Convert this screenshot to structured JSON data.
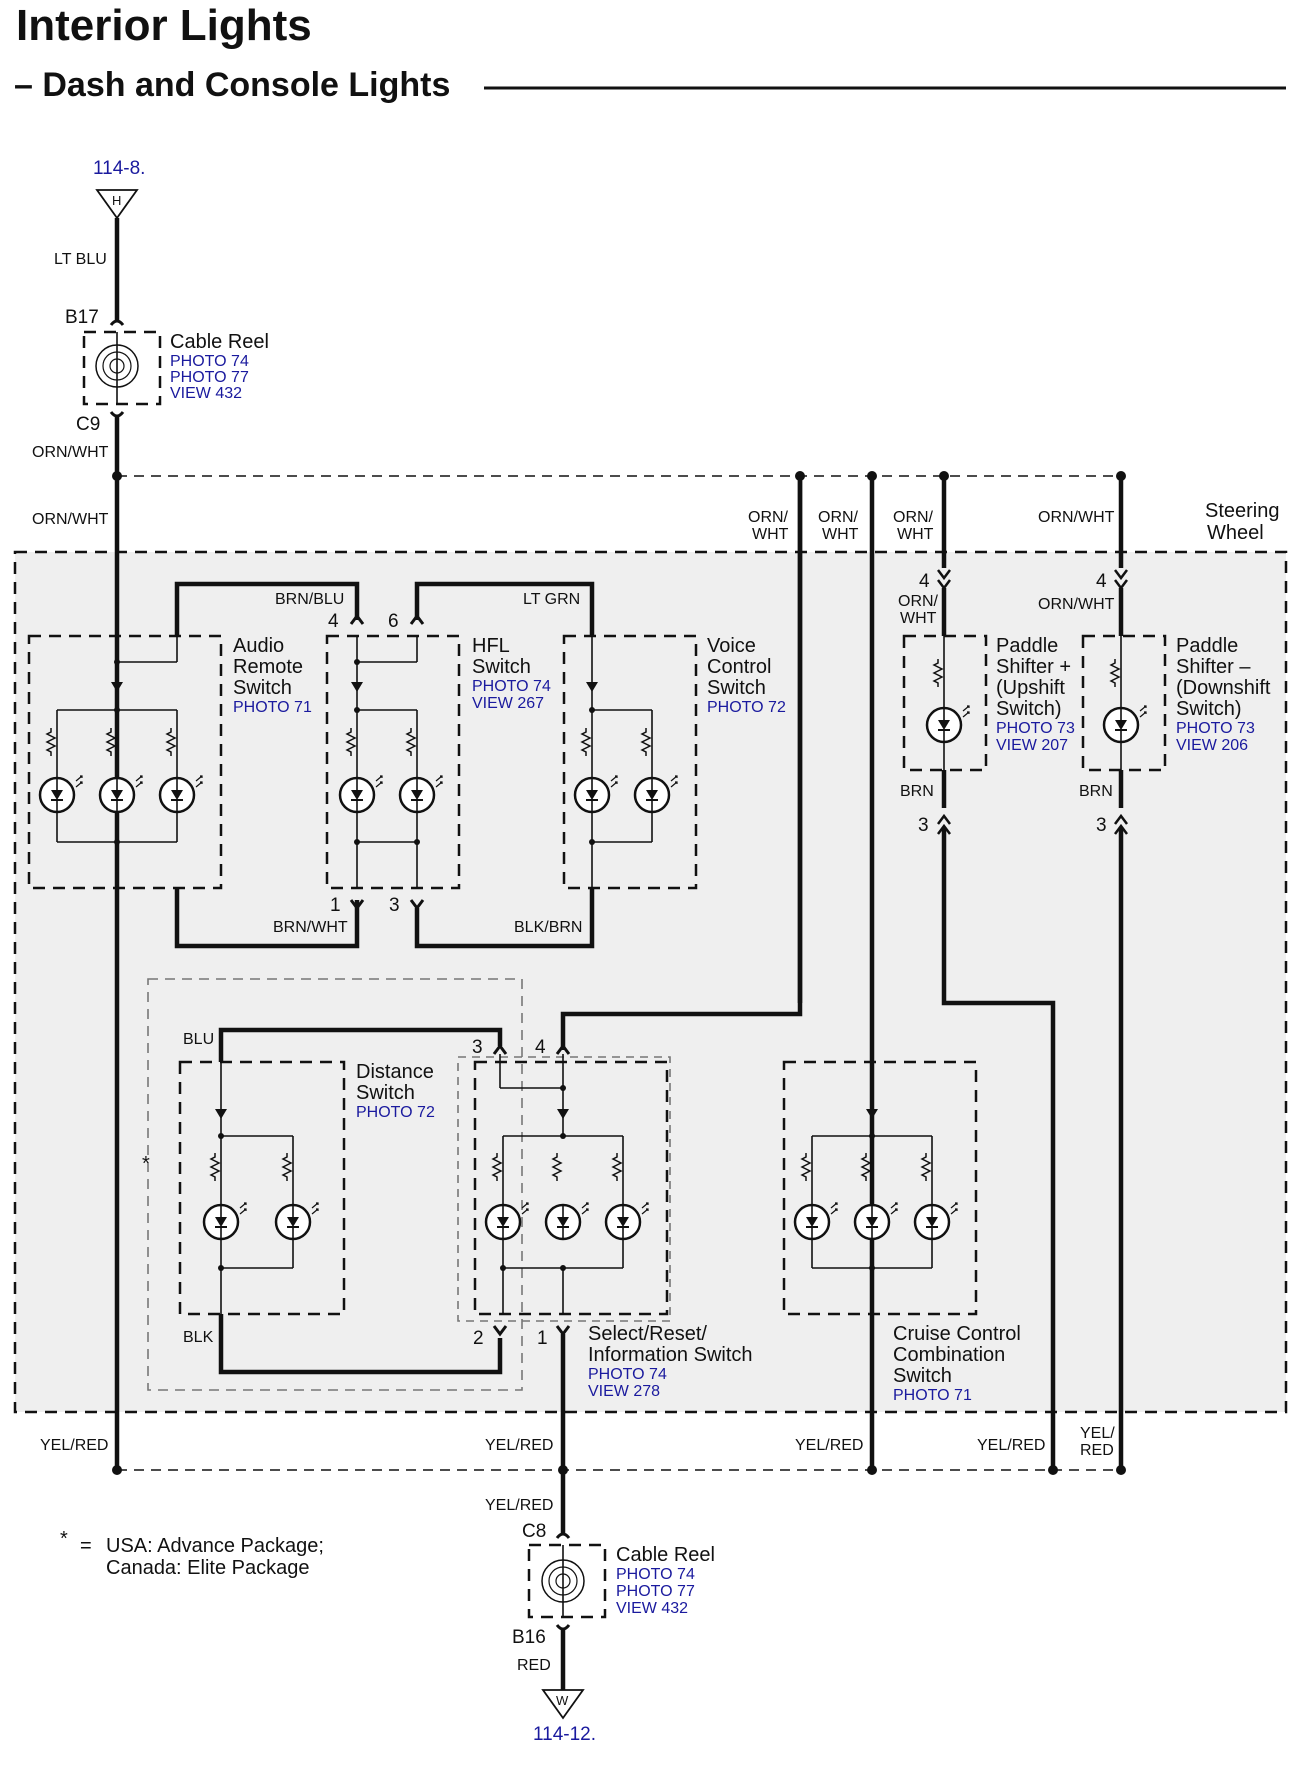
{
  "title": "Interior Lights",
  "subtitle": "– Dash and Console Lights",
  "refs": {
    "top": "114-8.",
    "bottom": "114-12."
  },
  "terminals": {
    "top": "H",
    "bottom": "W"
  },
  "wires": {
    "lt_blu": "LT BLU",
    "orn_wht": "ORN/WHT",
    "orn": "ORN/",
    "wht": "WHT",
    "brn_blu": "BRN/BLU",
    "lt_grn": "LT GRN",
    "brn_wht": "BRN/WHT",
    "blk_brn": "BLK/BRN",
    "brn": "BRN",
    "blu": "BLU",
    "blk": "BLK",
    "yel_red": "YEL/RED",
    "yel": "YEL/",
    "red_part": "RED",
    "red": "RED"
  },
  "connectors": {
    "b17": "B17",
    "c9": "C9",
    "c8": "C8",
    "b16": "B16"
  },
  "pins": {
    "p1": "1",
    "p2": "2",
    "p3": "3",
    "p4": "4",
    "p6": "6"
  },
  "steering_wheel": {
    "line1": "Steering",
    "line2": "Wheel"
  },
  "components": {
    "cable_reel_top": {
      "name": "Cable Reel",
      "r1": "PHOTO 74",
      "r2": "PHOTO 77",
      "r3": "VIEW 432"
    },
    "cable_reel_bottom": {
      "name": "Cable Reel",
      "r1": "PHOTO 74",
      "r2": "PHOTO 77",
      "r3": "VIEW 432"
    },
    "audio_remote": {
      "l1": "Audio",
      "l2": "Remote",
      "l3": "Switch",
      "r1": "PHOTO 71"
    },
    "hfl": {
      "l1": "HFL",
      "l2": "Switch",
      "r1": "PHOTO 74",
      "r2": "VIEW 267"
    },
    "voice_control": {
      "l1": "Voice",
      "l2": "Control",
      "l3": "Switch",
      "r1": "PHOTO 72"
    },
    "paddle_up": {
      "l1": "Paddle",
      "l2": "Shifter +",
      "l3": "(Upshift",
      "l4": "Switch)",
      "r1": "PHOTO 73",
      "r2": "VIEW 207"
    },
    "paddle_down": {
      "l1": "Paddle",
      "l2": "Shifter –",
      "l3": "(Downshift",
      "l4": "Switch)",
      "r1": "PHOTO 73",
      "r2": "VIEW 206"
    },
    "distance": {
      "l1": "Distance",
      "l2": "Switch",
      "r1": "PHOTO 72"
    },
    "select_reset": {
      "l1": "Select/Reset/",
      "l2": "Information Switch",
      "r1": "PHOTO 74",
      "r2": "VIEW 278"
    },
    "cruise_combo": {
      "l1": "Cruise Control",
      "l2": "Combination",
      "l3": "Switch",
      "r1": "PHOTO 71"
    }
  },
  "footnote": {
    "star": "*",
    "eq": "=",
    "line1": "USA: Advance Package;",
    "line2": "Canada: Elite Package"
  }
}
